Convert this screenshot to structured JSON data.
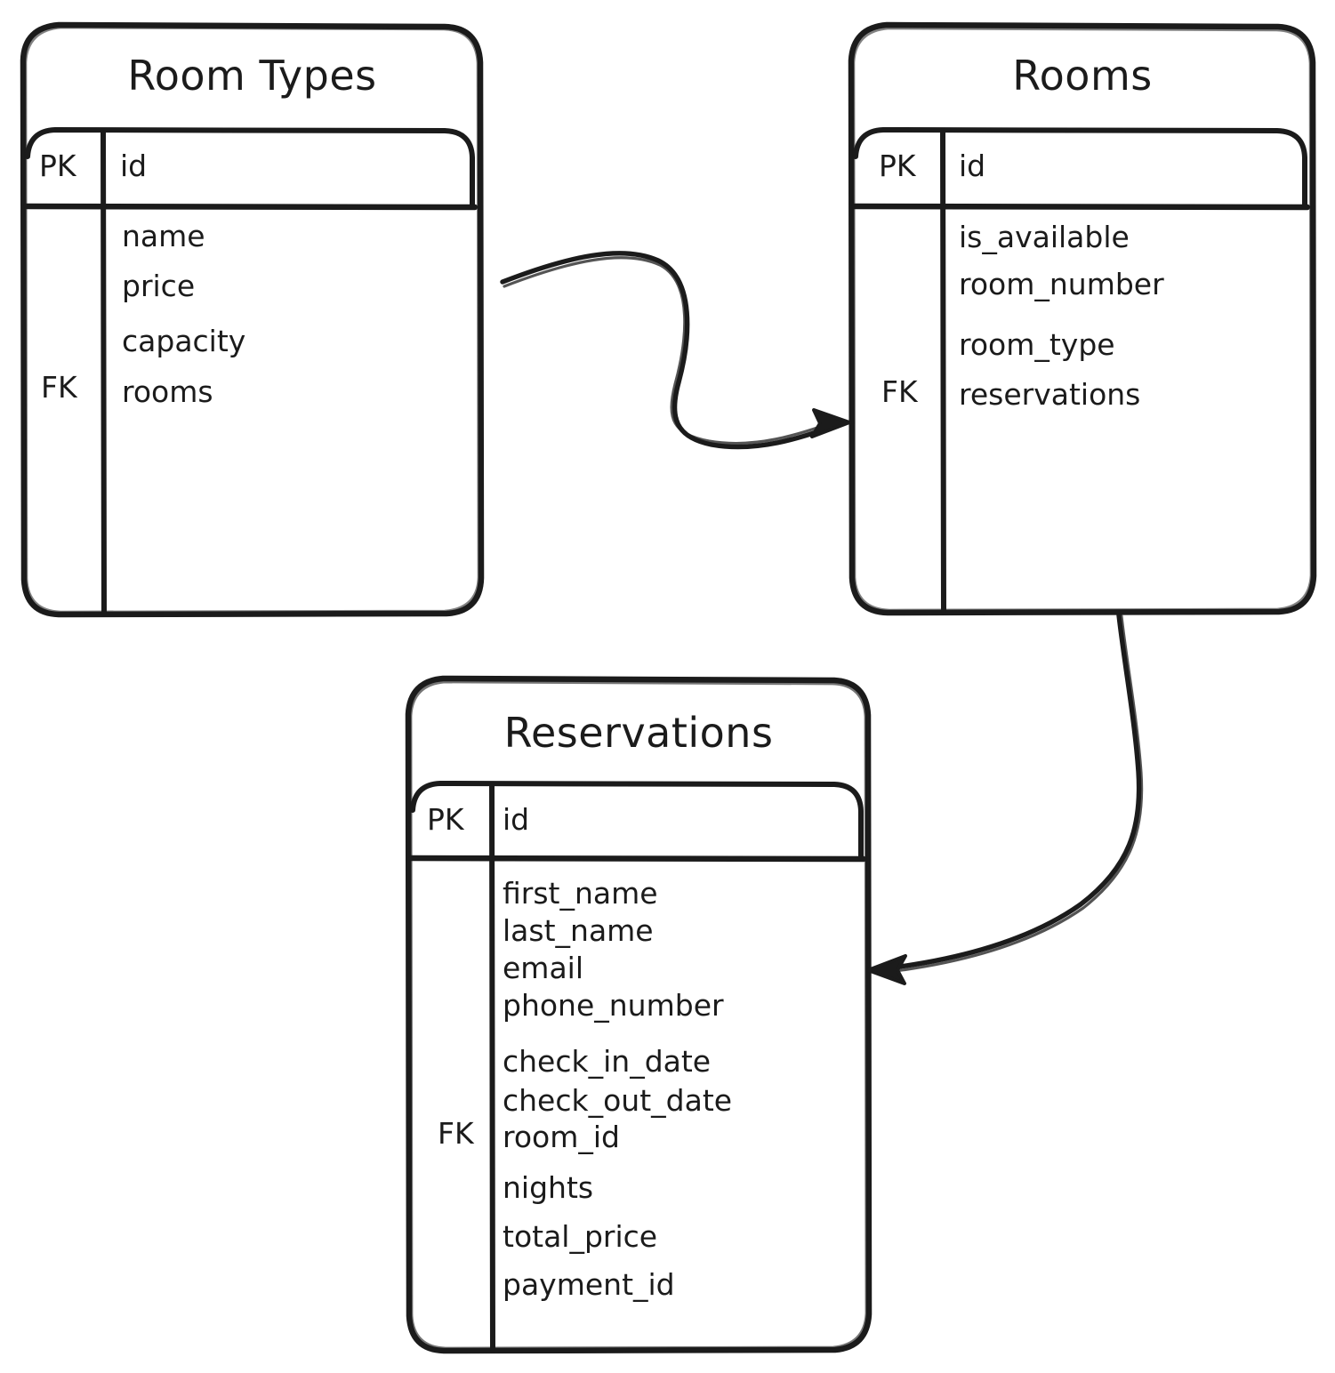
{
  "diagram": {
    "type": "entity-relationship-diagram",
    "style": "hand-drawn sketch",
    "stroke_color": "#1b1b1b",
    "background_color": "#ffffff",
    "entities": [
      {
        "id": "room-types",
        "name": "Room Types",
        "primary_key": {
          "key_label": "PK",
          "field": "id"
        },
        "foreign_key_label": "FK",
        "fields": [
          {
            "name": "name",
            "key": ""
          },
          {
            "name": "price",
            "key": ""
          },
          {
            "name": "capacity",
            "key": ""
          },
          {
            "name": "rooms",
            "key": "FK"
          }
        ]
      },
      {
        "id": "rooms",
        "name": "Rooms",
        "primary_key": {
          "key_label": "PK",
          "field": "id"
        },
        "foreign_key_label": "FK",
        "fields": [
          {
            "name": "is_available",
            "key": ""
          },
          {
            "name": "room_number",
            "key": ""
          },
          {
            "name": "room_type",
            "key": ""
          },
          {
            "name": "reservations",
            "key": "FK"
          }
        ]
      },
      {
        "id": "reservations",
        "name": "Reservations",
        "primary_key": {
          "key_label": "PK",
          "field": "id"
        },
        "foreign_key_label": "FK",
        "fields": [
          {
            "name": "first_name",
            "key": ""
          },
          {
            "name": "last_name",
            "key": ""
          },
          {
            "name": "email",
            "key": ""
          },
          {
            "name": "phone_number",
            "key": ""
          },
          {
            "name": "check_in_date",
            "key": ""
          },
          {
            "name": "check_out_date",
            "key": ""
          },
          {
            "name": "room_id",
            "key": "FK"
          },
          {
            "name": "nights",
            "key": ""
          },
          {
            "name": "total_price",
            "key": ""
          },
          {
            "name": "payment_id",
            "key": ""
          }
        ]
      }
    ],
    "relationships": [
      {
        "id": "room-types-to-rooms",
        "from": "room-types",
        "to": "rooms",
        "arrow": "single-headed"
      },
      {
        "id": "rooms-to-reservations",
        "from": "rooms",
        "to": "reservations",
        "arrow": "single-headed"
      }
    ]
  }
}
